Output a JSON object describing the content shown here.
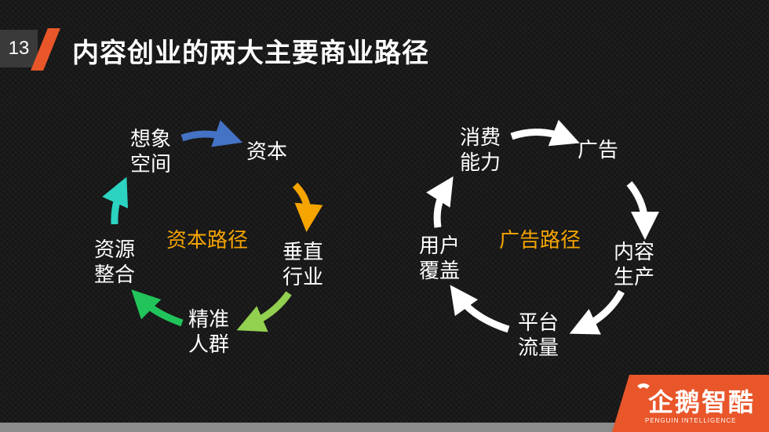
{
  "header": {
    "page_number": "13",
    "title": "内容创业的两大主要商业路径"
  },
  "left_cycle": {
    "center_label": "资本路径",
    "nodes": {
      "imagination": "想象\n空间",
      "capital": "资本",
      "vertical": "垂直\n行业",
      "target": "精准\n人群",
      "integration": "资源\n整合"
    },
    "arrow_colors": [
      "#4472c4",
      "#f5a400",
      "#92d050",
      "#21c45a",
      "#2bd3c0"
    ]
  },
  "right_cycle": {
    "center_label": "广告路径",
    "nodes": {
      "consumption": "消费\n能力",
      "ads": "广告",
      "content": "内容\n生产",
      "traffic": "平台\n流量",
      "coverage": "用户\n覆盖"
    },
    "arrow_color": "#ffffff"
  },
  "logo": {
    "name": "企鹅智酷",
    "subtitle": "PENGUIN INTELLIGENCE"
  },
  "colors": {
    "accent": "#e8562a",
    "label": "#f5a400"
  }
}
